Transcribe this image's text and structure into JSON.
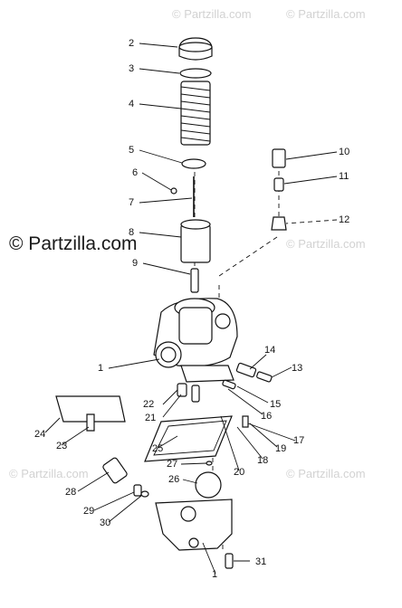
{
  "watermark": {
    "main": "© Partzilla.com",
    "faint": "© Partzilla.com"
  },
  "callouts": {
    "c1": "1",
    "c1b": "1",
    "c2": "2",
    "c3": "3",
    "c4": "4",
    "c5": "5",
    "c6": "6",
    "c7": "7",
    "c8": "8",
    "c9": "9",
    "c10": "10",
    "c11": "11",
    "c12": "12",
    "c13": "13",
    "c14": "14",
    "c15": "15",
    "c16": "16",
    "c17": "17",
    "c18": "18",
    "c19": "19",
    "c20": "20",
    "c21": "21",
    "c22": "22",
    "c23": "23",
    "c24": "24",
    "c25": "25",
    "c26": "26",
    "c27": "27",
    "c28": "28",
    "c29": "29",
    "c30": "30",
    "c31": "31"
  }
}
